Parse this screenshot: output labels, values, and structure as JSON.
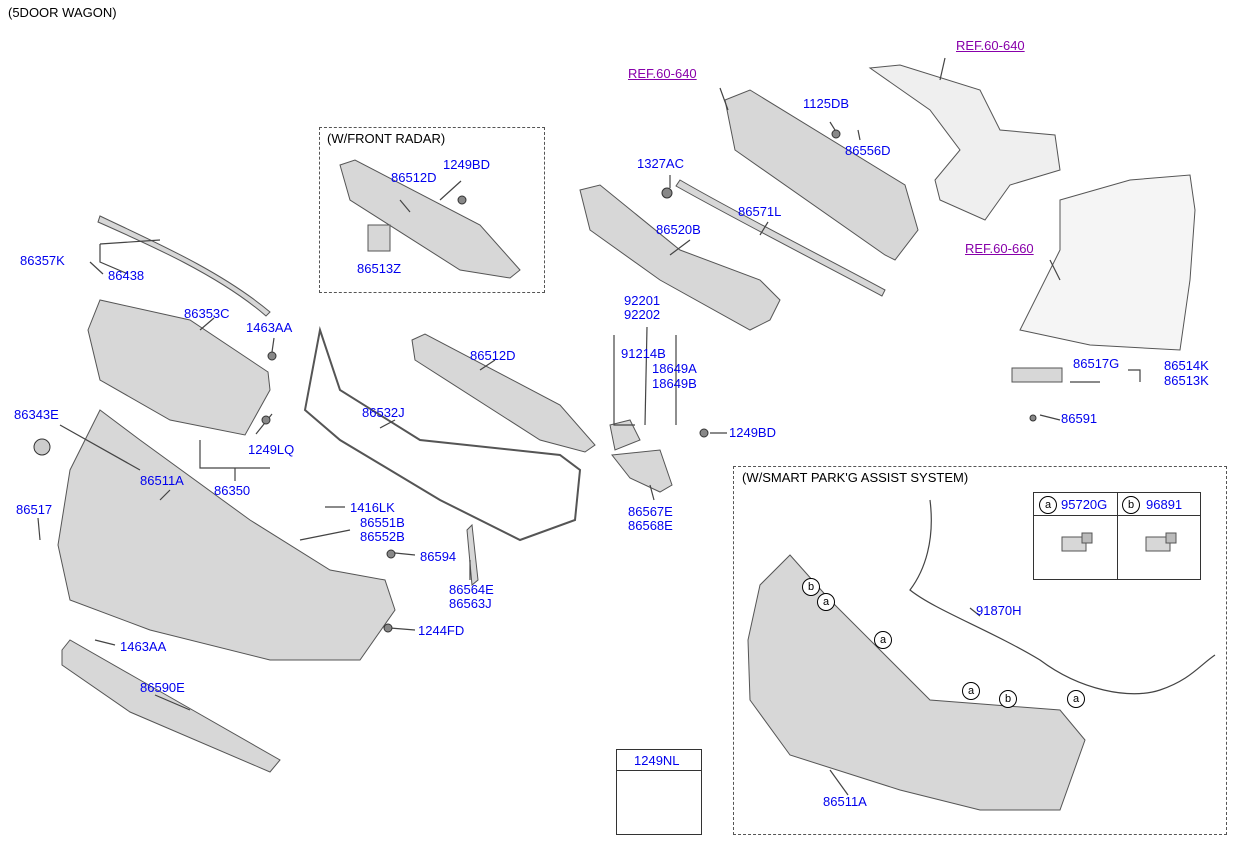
{
  "header": "(5DOOR WAGON)",
  "colors": {
    "part_label": "#0000ee",
    "reference": "#8800aa",
    "part_fill": "#d7d7d7",
    "part_edge": "#555555"
  },
  "insets": {
    "radar": {
      "title": "(W/FRONT RADAR)"
    },
    "park": {
      "title": "(W/SMART PARK'G ASSIST SYSTEM)"
    }
  },
  "refs": {
    "r1": "REF.60-640",
    "r2": "REF.60-640",
    "r3": "REF.60-660"
  },
  "labels": {
    "p86357K": "86357K",
    "p86438": "86438",
    "p86353C": "86353C",
    "p1463AA_top": "1463AA",
    "p86343E": "86343E",
    "p1249LQ": "1249LQ",
    "p86350": "86350",
    "p86511A": "86511A",
    "p86517": "86517",
    "p1416LK": "1416LK",
    "p86551B": "86551B",
    "p86552B": "86552B",
    "p86594": "86594",
    "p1244FD": "1244FD",
    "p1463AA_bot": "1463AA",
    "p86590E": "86590E",
    "p86512D_r": "86512D",
    "p1249BD_r": "1249BD",
    "p86513Z": "86513Z",
    "p86512D": "86512D",
    "p86532J": "86532J",
    "p86564E": "86564E",
    "p86563J": "86563J",
    "p1327AC": "1327AC",
    "p86520B": "86520B",
    "p86571L": "86571L",
    "p1125DB": "1125DB",
    "p86556D": "86556D",
    "p92201": "92201",
    "p92202": "92202",
    "p91214B": "91214B",
    "p18649A": "18649A",
    "p18649B": "18649B",
    "p1249BD": "1249BD",
    "p86567E": "86567E",
    "p86568E": "86568E",
    "p86517G": "86517G",
    "p86514K": "86514K",
    "p86513K": "86513K",
    "p86591": "86591",
    "p91870H": "91870H",
    "p86511A_p": "86511A",
    "p1249NL": "1249NL"
  },
  "sensor_table": {
    "a_mark": "a",
    "a_part": "95720G",
    "b_mark": "b",
    "b_part": "96891"
  },
  "callouts": {
    "b1": "b",
    "a1": "a",
    "a2": "a",
    "a3": "a",
    "b2": "b",
    "a4": "a"
  }
}
